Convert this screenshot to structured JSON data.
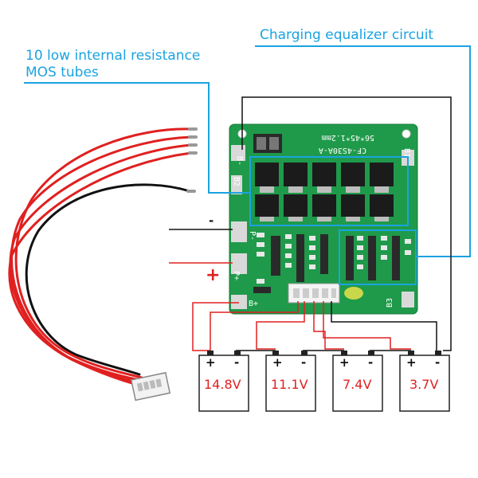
{
  "callouts": {
    "mos_tubes": "10 low internal resistance MOS tubes",
    "equalizer": "Charging equalizer circuit"
  },
  "board": {
    "model_text": "CF-4S30A-A",
    "size_text": "56*45*1.2mm",
    "pad_labels": [
      "B-",
      "B2",
      "P-",
      "P+",
      "B+",
      "B1",
      "B3"
    ]
  },
  "terminals": {
    "negative_symbol": "-",
    "positive_symbol": "+"
  },
  "batteries": [
    {
      "voltage": "14.8V",
      "plus": "+",
      "minus": "-"
    },
    {
      "voltage": "11.1V",
      "plus": "+",
      "minus": "-"
    },
    {
      "voltage": "7.4V",
      "plus": "+",
      "minus": "-"
    },
    {
      "voltage": "3.7V",
      "plus": "+",
      "minus": "-"
    }
  ],
  "colors": {
    "pcb_green": "#1f9a4a",
    "callout_blue": "#1aa3e0",
    "wire_red": "#e02020",
    "wire_black": "#111111"
  }
}
